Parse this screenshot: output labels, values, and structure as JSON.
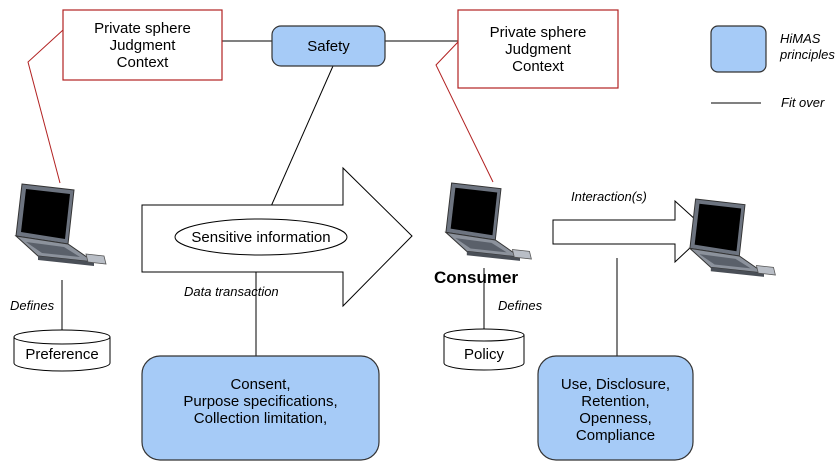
{
  "private_sphere_left": [
    "Private sphere",
    "Judgment",
    "Context"
  ],
  "private_sphere_right": [
    "Private sphere",
    "Judgment",
    "Context"
  ],
  "safety": "Safety",
  "sensitive_information": "Sensitive information",
  "data_transaction": "Data transaction",
  "interactions": "Interaction(s)",
  "consumer": "Consumer",
  "defines_left": "Defines",
  "defines_right": "Defines",
  "preference": "Preference",
  "policy": "Policy",
  "principles_left": [
    "Consent,",
    "Purpose specifications,",
    "Collection limitation,"
  ],
  "principles_right": [
    "Use, Disclosure,",
    "Retention,",
    "Openness,",
    "Compliance"
  ],
  "legend": {
    "principles_label_1": "HiMAS",
    "principles_label_2": "principles",
    "fit_over": "Fit over"
  },
  "colors": {
    "principle_fill": "#a6cbf7",
    "principle_stroke": "#333333",
    "private_sphere_stroke": "#b22222",
    "connector_red": "#b22222",
    "line": "#000000"
  },
  "icons": [
    "laptop-icon",
    "database-cylinder-icon"
  ]
}
